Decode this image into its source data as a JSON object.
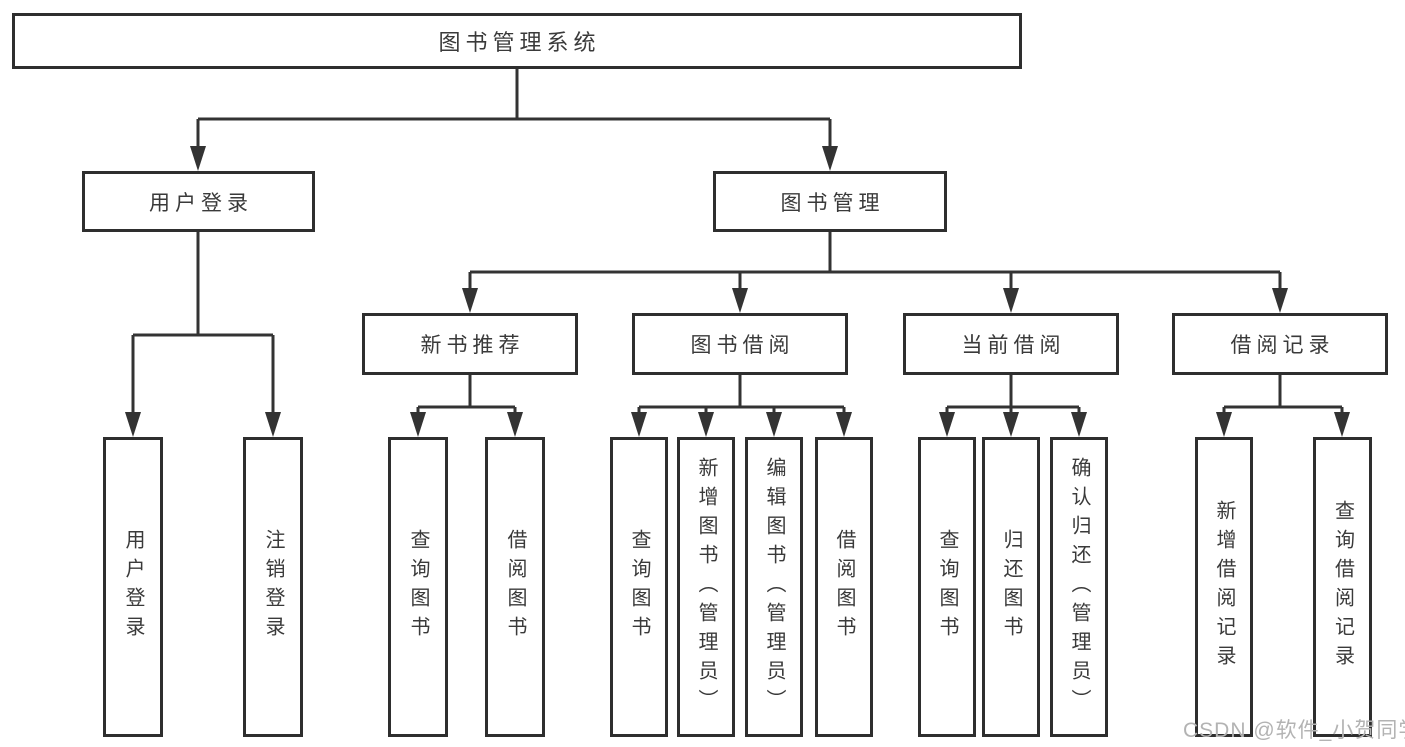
{
  "diagram": {
    "root": {
      "label": "图书管理系统"
    },
    "level2": [
      {
        "label": "用户登录"
      },
      {
        "label": "图书管理"
      }
    ],
    "level3": [
      {
        "label": "新书推荐"
      },
      {
        "label": "图书借阅"
      },
      {
        "label": "当前借阅"
      },
      {
        "label": "借阅记录"
      }
    ],
    "leaves": [
      {
        "label": "用户登录",
        "parent": "用户登录"
      },
      {
        "label": "注销登录",
        "parent": "用户登录"
      },
      {
        "label": "查询图书",
        "parent": "新书推荐"
      },
      {
        "label": "借阅图书",
        "parent": "新书推荐"
      },
      {
        "label": "查询图书",
        "parent": "图书借阅"
      },
      {
        "label": "新增图书（管理员）",
        "parent": "图书借阅"
      },
      {
        "label": "编辑图书（管理员）",
        "parent": "图书借阅"
      },
      {
        "label": "借阅图书",
        "parent": "图书借阅"
      },
      {
        "label": "查询图书",
        "parent": "当前借阅"
      },
      {
        "label": "归还图书",
        "parent": "当前借阅"
      },
      {
        "label": "确认归还（管理员）",
        "parent": "当前借阅"
      },
      {
        "label": "新增借阅记录",
        "parent": "借阅记录"
      },
      {
        "label": "查询借阅记录",
        "parent": "借阅记录"
      }
    ],
    "watermark": "CSDN @软件_小贺同学",
    "colors": {
      "line": "#333333",
      "box_border": "#2e2e2e",
      "text": "#3a3a3a",
      "background": "#ffffff",
      "watermark": "#b3b3b3"
    }
  }
}
